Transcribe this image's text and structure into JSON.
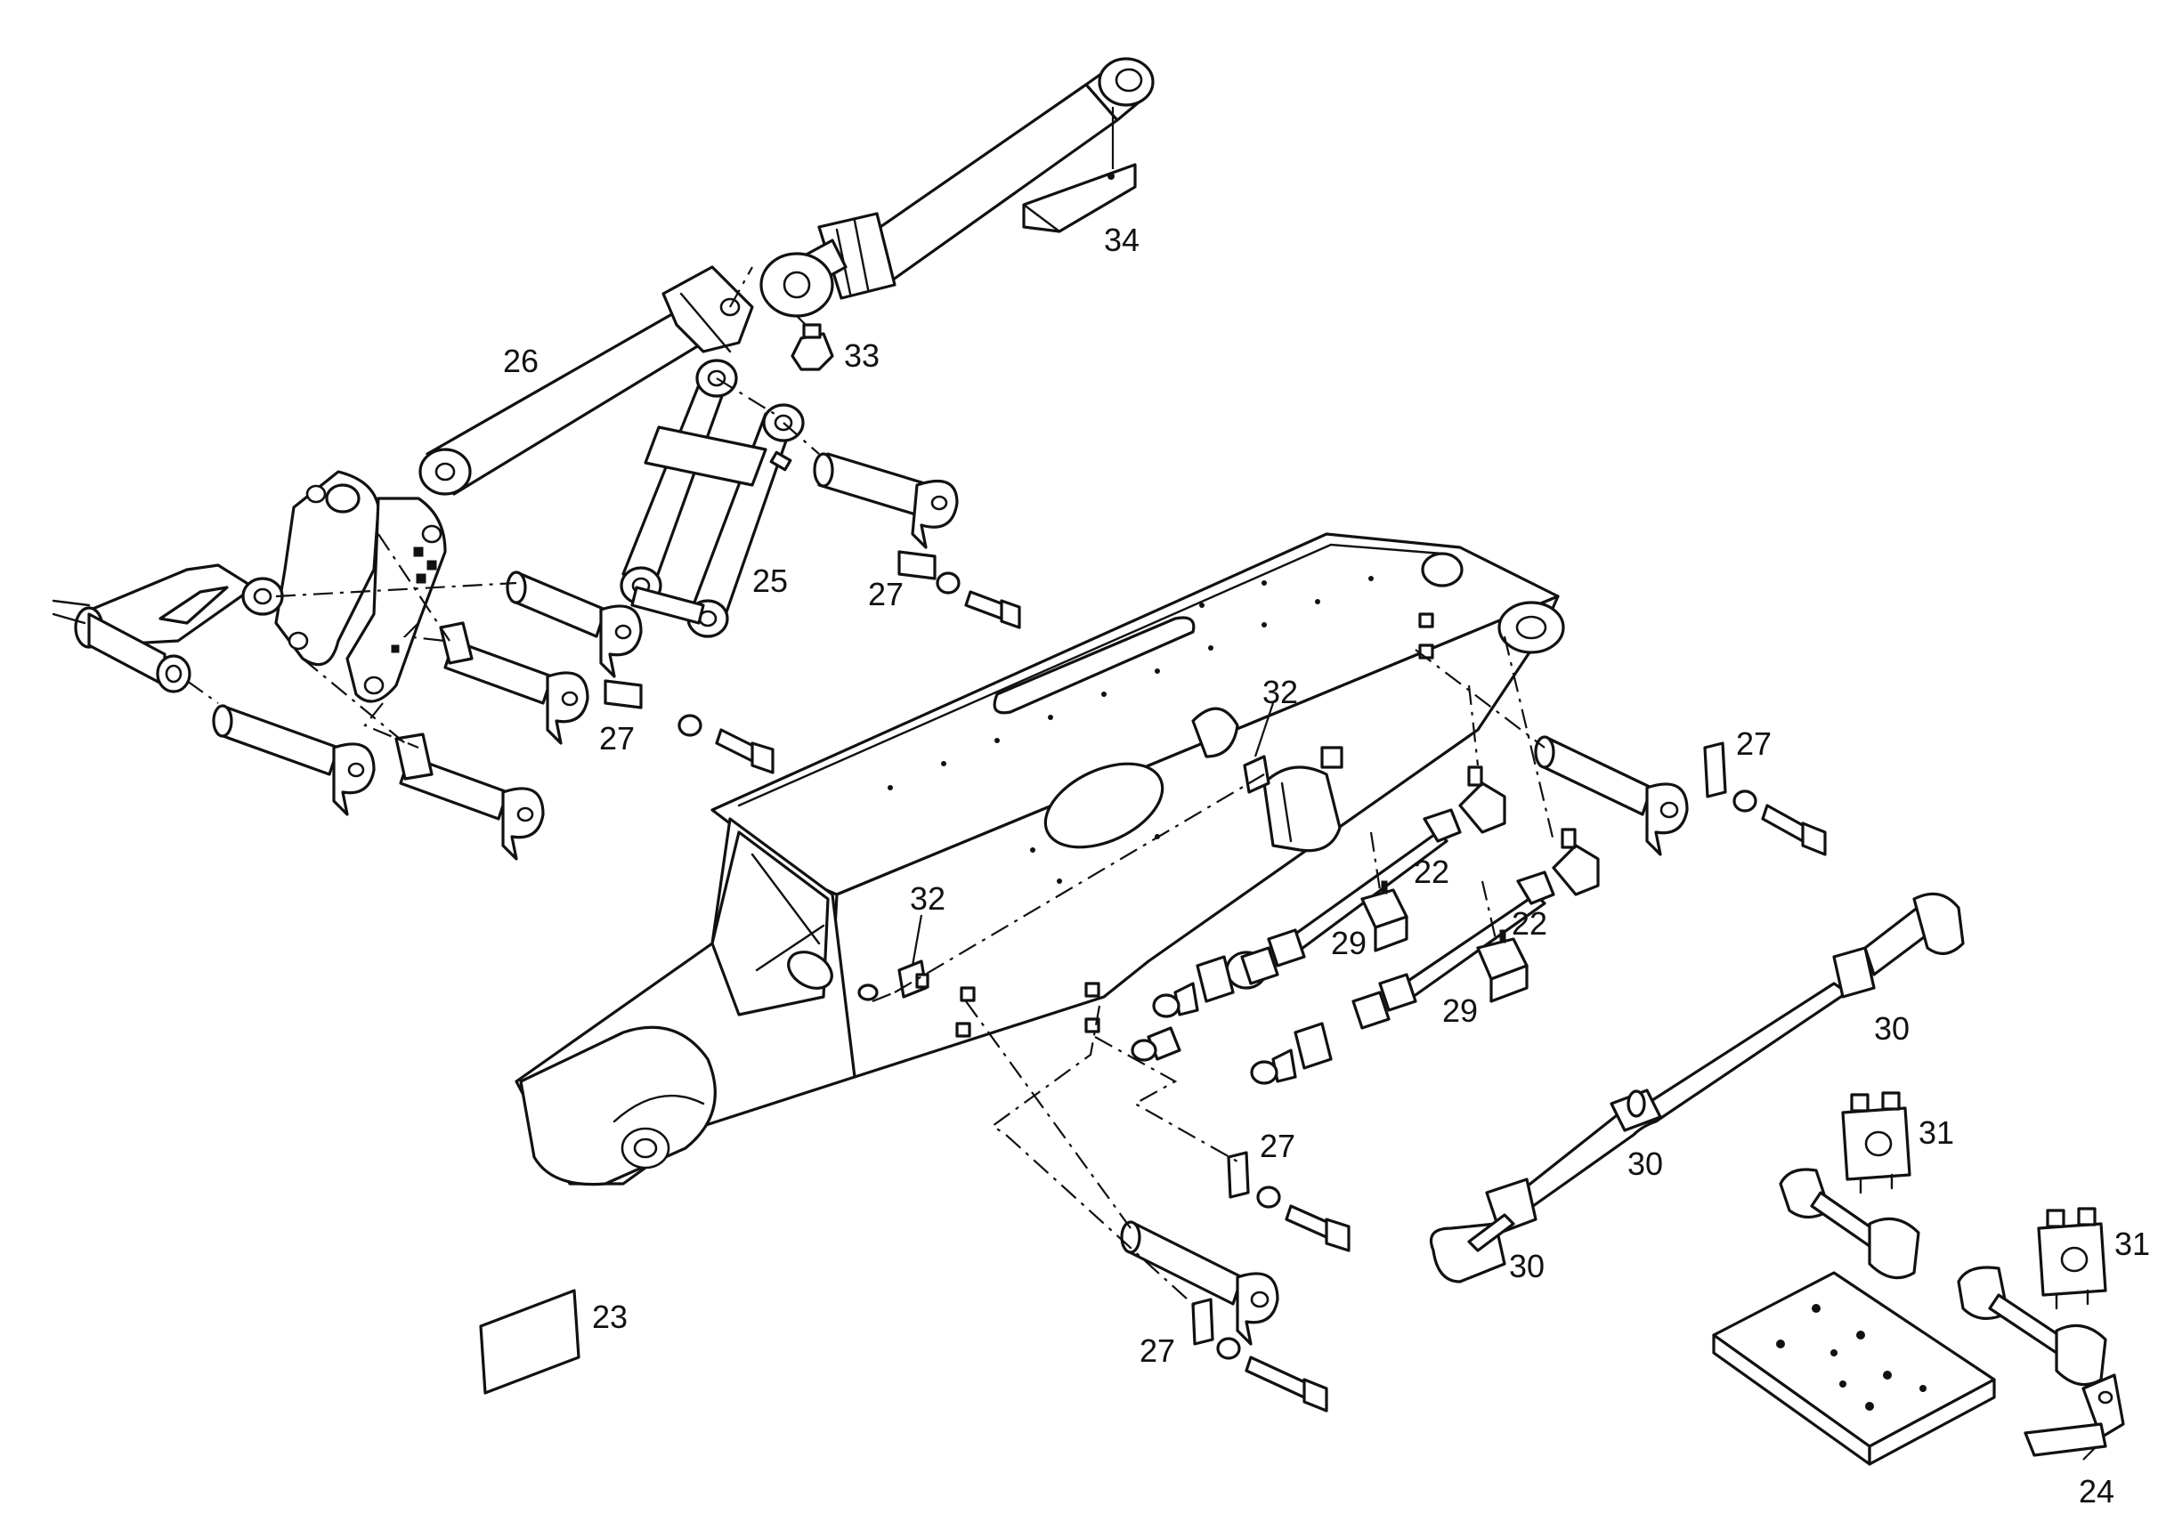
{
  "diagram": {
    "callouts": {
      "c22a": "22",
      "c22b": "22",
      "c23": "23",
      "c24": "24",
      "c25": "25",
      "c26": "26",
      "c27a": "27",
      "c27b": "27",
      "c27c": "27",
      "c27d": "27",
      "c27e": "27",
      "c29a": "29",
      "c29b": "29",
      "c30a": "30",
      "c30b": "30",
      "c30c": "30",
      "c31a": "31",
      "c31b": "31",
      "c32a": "32",
      "c32b": "32",
      "c33": "33",
      "c34": "34"
    },
    "colors": {
      "ink": "#111111",
      "paper": "#ffffff"
    }
  }
}
